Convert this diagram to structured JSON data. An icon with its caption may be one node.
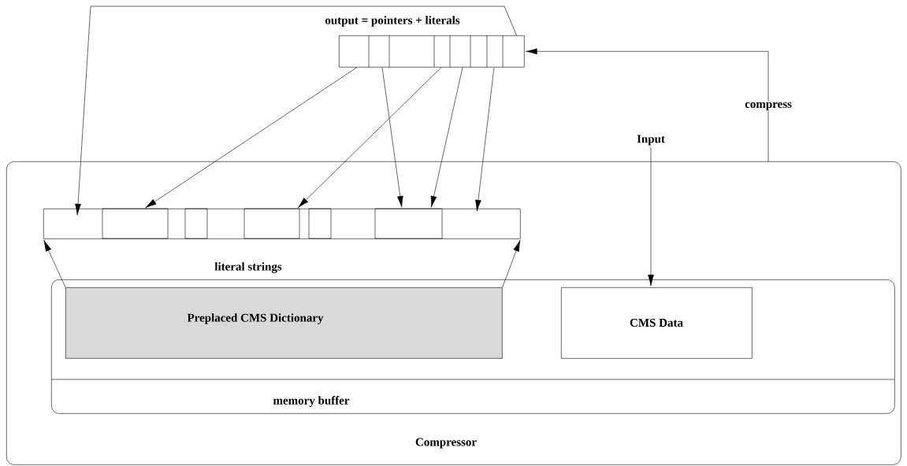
{
  "diagram": {
    "nodes": [
      {
        "text": [
          "output = pointers + literals"
        ]
      },
      {
        "text": [
          "Input"
        ]
      },
      {
        "text": [
          "Compressor"
        ]
      },
      {
        "text": [
          "literal strings"
        ],
        "in": 2
      },
      {
        "text": [
          "memory buffer"
        ],
        "in": 2
      },
      {
        "text": [
          "Preplaced CMS Dictionary"
        ],
        "in": 4
      },
      {
        "text": [
          "CMS Data"
        ],
        "in": 4
      }
    ],
    "edges": [
      {
        "from": 0,
        "to": 3,
        "arrow": "to"
      },
      {
        "from": 0,
        "to": 3,
        "arrow": "to"
      },
      {
        "from": 0,
        "to": 3,
        "arrow": "to"
      },
      {
        "from": 0,
        "to": 3,
        "arrow": "to"
      },
      {
        "from": 0,
        "to": 3,
        "arrow": "to"
      },
      {
        "from": 0,
        "to": 3,
        "arrow": "to"
      },
      {
        "from": 5,
        "to": 3,
        "arrow": "to"
      },
      {
        "from": 5,
        "to": 3,
        "arrow": "to"
      },
      {
        "from": 1,
        "to": 6,
        "arrow": "to"
      },
      {
        "from": 2,
        "to": 0,
        "arrow": "to",
        "label": "compress"
      }
    ]
  }
}
